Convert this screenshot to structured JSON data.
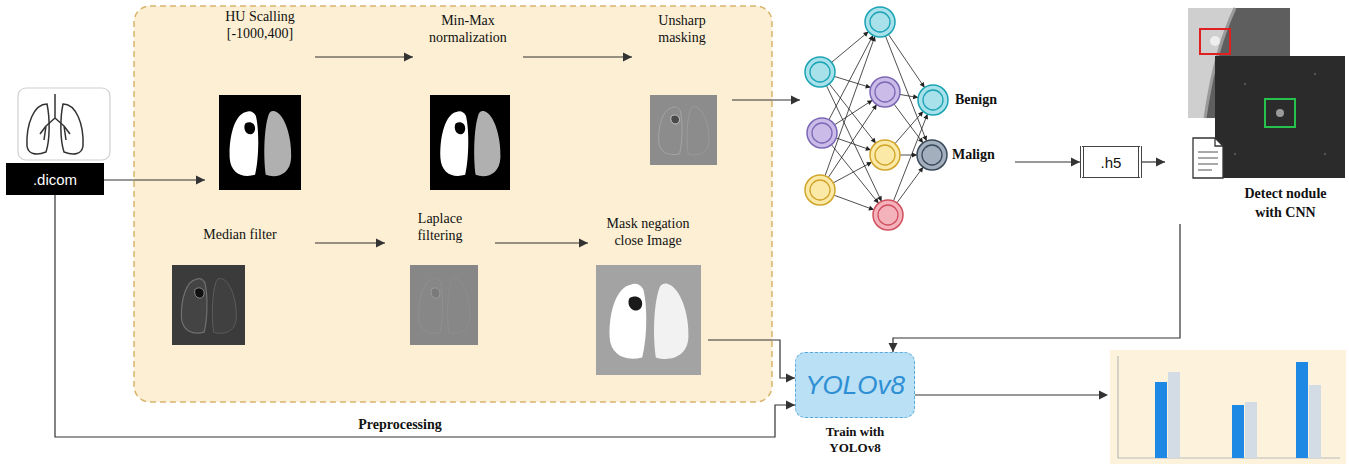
{
  "diagram": {
    "nodes": [
      {
        "text": [
          ".dicom"
        ]
      },
      {
        "text": [
          "HU Scalling [-1000,400]"
        ]
      },
      {
        "text": [
          "Min-Max normalization"
        ]
      },
      {
        "text": [
          "Unsharp masking"
        ]
      },
      {
        "text": [
          "Median filter"
        ]
      },
      {
        "text": [
          "Laplace filtering"
        ]
      },
      {
        "text": [
          "Mask negation close Image"
        ]
      },
      {
        "text": [
          "Benign",
          "Malign"
        ]
      },
      {
        "text": [
          ".h5"
        ]
      },
      {
        "text": [
          "Detect nodule with CNN"
        ]
      },
      {
        "text": [
          "YOLOv8",
          "Train with YOLOv8"
        ]
      }
    ],
    "edges": [
      {
        "from": 0,
        "to": 1,
        "arrow": "to"
      },
      {
        "from": 1,
        "to": 2,
        "arrow": "to"
      },
      {
        "from": 2,
        "to": 3,
        "arrow": "to"
      },
      {
        "from": 4,
        "to": 5,
        "arrow": "to"
      },
      {
        "from": 5,
        "to": 6,
        "arrow": "to"
      },
      {
        "from": 3,
        "to": 7,
        "arrow": "to"
      },
      {
        "from": 7,
        "to": 8,
        "arrow": "to"
      },
      {
        "from": 8,
        "to": 9,
        "arrow": "to"
      },
      {
        "from": 9,
        "to": 10,
        "arrow": "to"
      },
      {
        "from": 6,
        "to": 10,
        "arrow": "to"
      },
      {
        "from": 0,
        "to": 10,
        "label": "Preprocessing",
        "arrow": "to"
      }
    ]
  }
}
